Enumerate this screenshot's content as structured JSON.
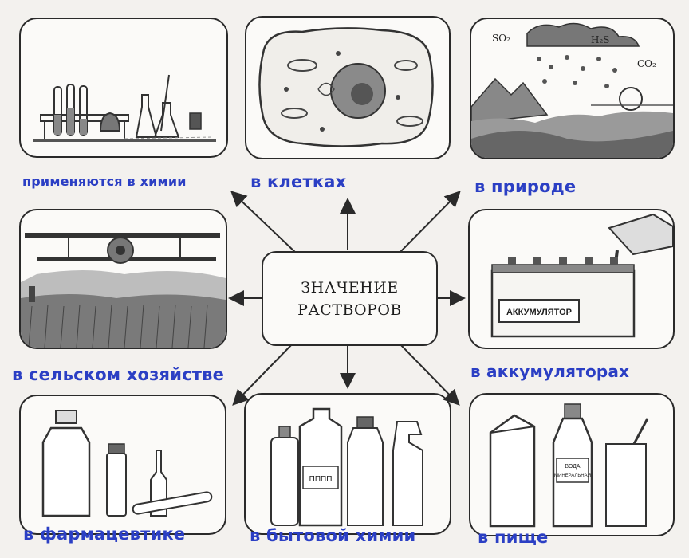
{
  "center": {
    "line1": "ЗНАЧЕНИЕ",
    "line2": "РАСТВОРОВ"
  },
  "captions": {
    "chemistry": "применяются в химии",
    "cells": "в клетках",
    "nature": "в природе",
    "agriculture": "в сельском хозяйстве",
    "accumulators": "в аккумуляторах",
    "pharma": "в фармацевтике",
    "household": "в бытовой химии",
    "food": "в пище"
  },
  "panel_labels": {
    "so2": "SO₂",
    "h2s": "H₂S",
    "co2": "CO₂",
    "battery": "АККУМУЛЯТОР",
    "bottle": "ПППП",
    "water_1": "ВОДА",
    "water_2": "МИНЕРАЛЬНАЯ"
  },
  "colors": {
    "caption": "#2b3fc4",
    "line": "#2a2a2a"
  }
}
